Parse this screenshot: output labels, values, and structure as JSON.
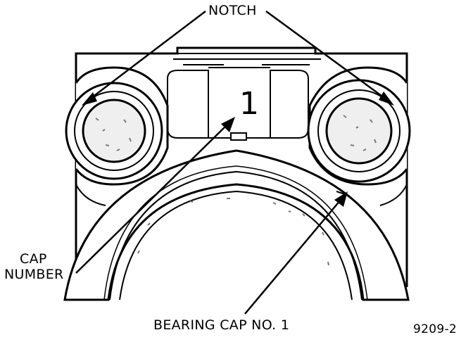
{
  "labels": {
    "notch": "NOTCH",
    "cap": "CAP",
    "number": "NUMBER",
    "bearing_cap": "BEARING CAP NO. 1",
    "figure_id": "9209-2",
    "cap_number_value": "1"
  },
  "colors": {
    "ink": "#000000",
    "paper": "#ffffff",
    "stipple": "#7a7a7a"
  }
}
